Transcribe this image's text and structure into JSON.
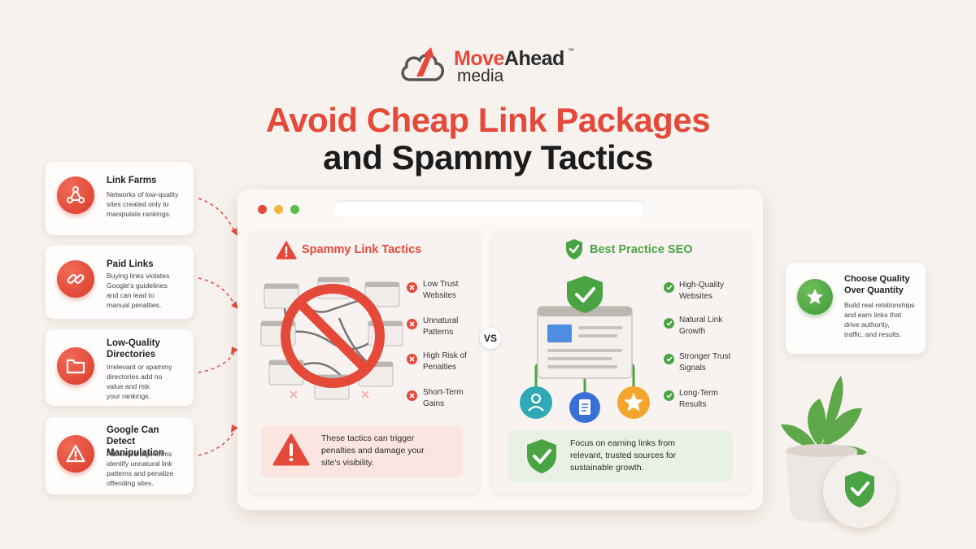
{
  "brand": {
    "name_part1": "Move",
    "name_part2": "Ahead",
    "trademark": "™",
    "subtitle": "media"
  },
  "headline": {
    "line1": "Avoid Cheap Link Packages",
    "line2": "and Spammy Tactics"
  },
  "colors": {
    "red": "#e5493a",
    "green": "#4aa443",
    "dark": "#1c1c1c",
    "background": "#f7f2ee"
  },
  "left_cards": [
    {
      "title": "Link Farms",
      "desc": [
        "Networks of low-quality",
        "sites created only to",
        "manipulate rankings."
      ],
      "icon": "network-icon"
    },
    {
      "title": "Paid Links",
      "desc": [
        "Buying links violates",
        "Google's guidelines",
        "and can lead to",
        "manual penalties."
      ],
      "icon": "chain-link-icon"
    },
    {
      "title_lines": [
        "Low-Quality",
        "Directories"
      ],
      "desc": [
        "Irrelevant or spammy",
        "directories add no",
        "value and risk",
        "your rankings."
      ],
      "icon": "folder-icon"
    },
    {
      "title_lines": [
        "Google Can Detect",
        "Manipulation"
      ],
      "desc": [
        "Advanced algorithms",
        "identify unnatural link",
        "patterns and penalize",
        "offending sites."
      ],
      "icon": "warning-icon"
    }
  ],
  "spammy": {
    "title": "Spammy Link Tactics",
    "items": [
      [
        "Low Trust",
        "Websites"
      ],
      [
        "Unnatural",
        "Patterns"
      ],
      [
        "High Risk of",
        "Penalties"
      ],
      [
        "Short-Term",
        "Gains"
      ]
    ],
    "note": [
      "These tactics can trigger",
      "penalties and damage your",
      "site's visibility."
    ]
  },
  "vs_label": "VS",
  "best": {
    "title": "Best Practice SEO",
    "items": [
      [
        "High-Quality",
        "Websites"
      ],
      [
        "Natural Link",
        "Growth"
      ],
      [
        "Stronger Trust",
        "Signals"
      ],
      [
        "Long-Term",
        "Results"
      ]
    ],
    "note": [
      "Focus on earning links from",
      "relevant, trusted sources for",
      "sustainable growth."
    ]
  },
  "right_card": {
    "title_lines": [
      "Choose Quality",
      "Over Quantity"
    ],
    "desc": [
      "Build real relationships",
      "and earn links that",
      "drive authority,",
      "traffic, and results."
    ]
  }
}
